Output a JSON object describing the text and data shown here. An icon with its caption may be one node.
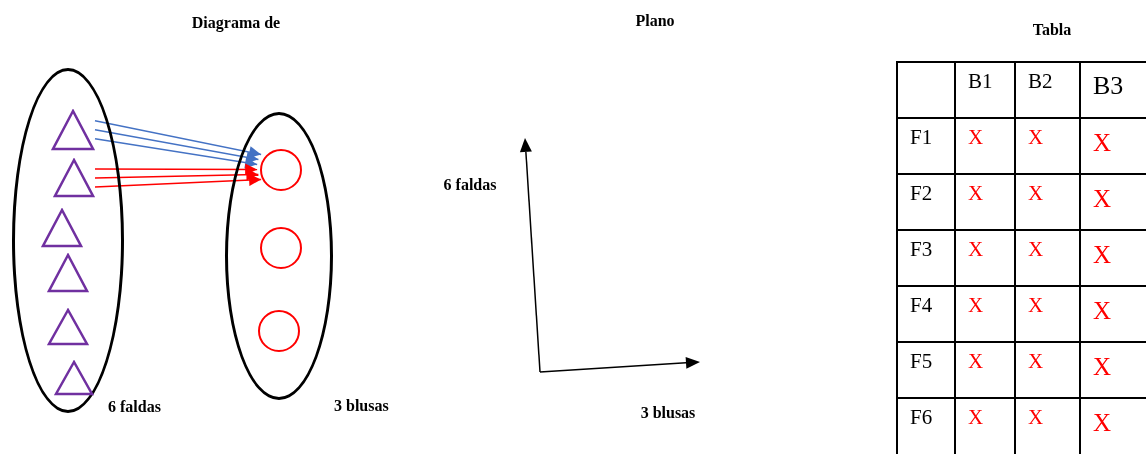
{
  "diagram": {
    "nodes": [
      {
        "text": [],
        "shape": "ellipse",
        "beside": [
          "6 faldas"
        ]
      },
      {
        "text": [],
        "shape": "triangle",
        "in": 0
      },
      {
        "text": [],
        "shape": "triangle",
        "in": 0
      },
      {
        "text": [],
        "shape": "triangle",
        "in": 0
      },
      {
        "text": [],
        "shape": "triangle",
        "in": 0
      },
      {
        "text": [],
        "shape": "triangle",
        "in": 0
      },
      {
        "text": [],
        "shape": "triangle",
        "in": 0
      },
      {
        "text": [],
        "shape": "ellipse",
        "beside": [
          "3 blusas"
        ]
      },
      {
        "text": [],
        "shape": "circle",
        "in": 7
      },
      {
        "text": [],
        "shape": "circle",
        "in": 7
      },
      {
        "text": [],
        "shape": "circle",
        "in": 7
      }
    ],
    "edges": [
      {
        "from": 1,
        "to": 8,
        "arrow": "to",
        "color": "#4472c4"
      },
      {
        "from": 1,
        "to": 8,
        "arrow": "to",
        "color": "#4472c4"
      },
      {
        "from": 1,
        "to": 8,
        "arrow": "to",
        "color": "#4472c4"
      },
      {
        "from": 2,
        "to": 8,
        "arrow": "to",
        "color": "#ff0000"
      },
      {
        "from": 2,
        "to": 8,
        "arrow": "to",
        "color": "#ff0000"
      },
      {
        "from": 2,
        "to": 8,
        "arrow": "to",
        "color": "#ff0000"
      }
    ],
    "labels": [
      "Diagrama de",
      "Plano",
      "Tabla",
      "6 faldas",
      "3 blusas",
      "B1",
      "B2",
      "B3",
      "F1",
      "X",
      "X",
      "X",
      "F2",
      "X",
      "X",
      "X",
      "F3",
      "X",
      "X",
      "X",
      "F4",
      "X",
      "X",
      "X",
      "F5",
      "X",
      "X",
      "X",
      "F6",
      "X",
      "X",
      "X"
    ]
  }
}
